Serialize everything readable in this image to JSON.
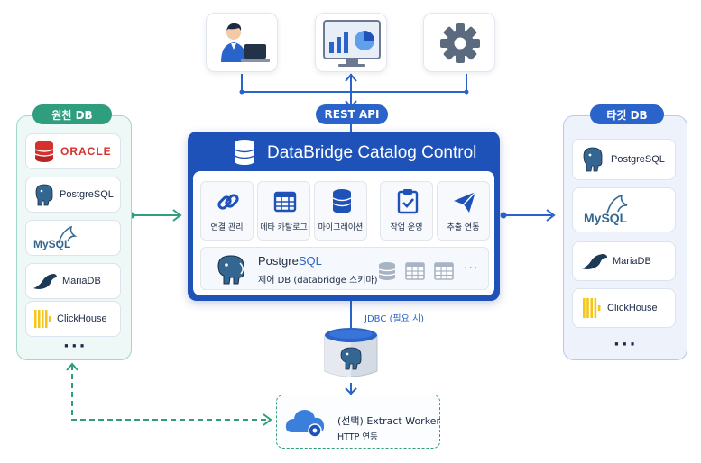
{
  "api": {
    "label": "REST API"
  },
  "source": {
    "title": "원천 DB",
    "items": [
      {
        "name": "ORACLE"
      },
      {
        "name": "PostgreSQL"
      },
      {
        "name": "MySQL"
      },
      {
        "name": "MariaDB"
      },
      {
        "name": "ClickHouse"
      }
    ],
    "more": "···"
  },
  "target": {
    "title": "타깃 DB",
    "items": [
      {
        "name": "PostgreSQL"
      },
      {
        "name": "MySQL"
      },
      {
        "name": "MariaDB"
      },
      {
        "name": "ClickHouse"
      }
    ],
    "more": "···"
  },
  "main": {
    "title": "DataBridge Catalog Control",
    "features": [
      {
        "label": "연결 관리",
        "icon": "link-icon"
      },
      {
        "label": "메타 카탈로그",
        "icon": "table-grid-icon"
      },
      {
        "label": "마이그레이션",
        "icon": "database-icon"
      },
      {
        "label": "작업 운영",
        "icon": "clipboard-check-icon"
      },
      {
        "label": "추출 연동",
        "icon": "paper-plane-icon"
      }
    ],
    "control_db": {
      "name_prefix": "Postgre",
      "name_suffix": "SQL",
      "desc": "제어 DB (databridge 스키마)",
      "more": "···"
    }
  },
  "jdbc": {
    "label": "JDBC (필요 시)"
  },
  "worker": {
    "title": "(선택) Extract Worker",
    "subtitle": "HTTP 연동"
  },
  "colors": {
    "primary": "#1f52b8",
    "accent_blue": "#2a63c9",
    "accent_green": "#2f9e7e",
    "oracle_red": "#d7312e",
    "clickhouse_yellow": "#f5c518",
    "dark_navy": "#1c2a44"
  }
}
